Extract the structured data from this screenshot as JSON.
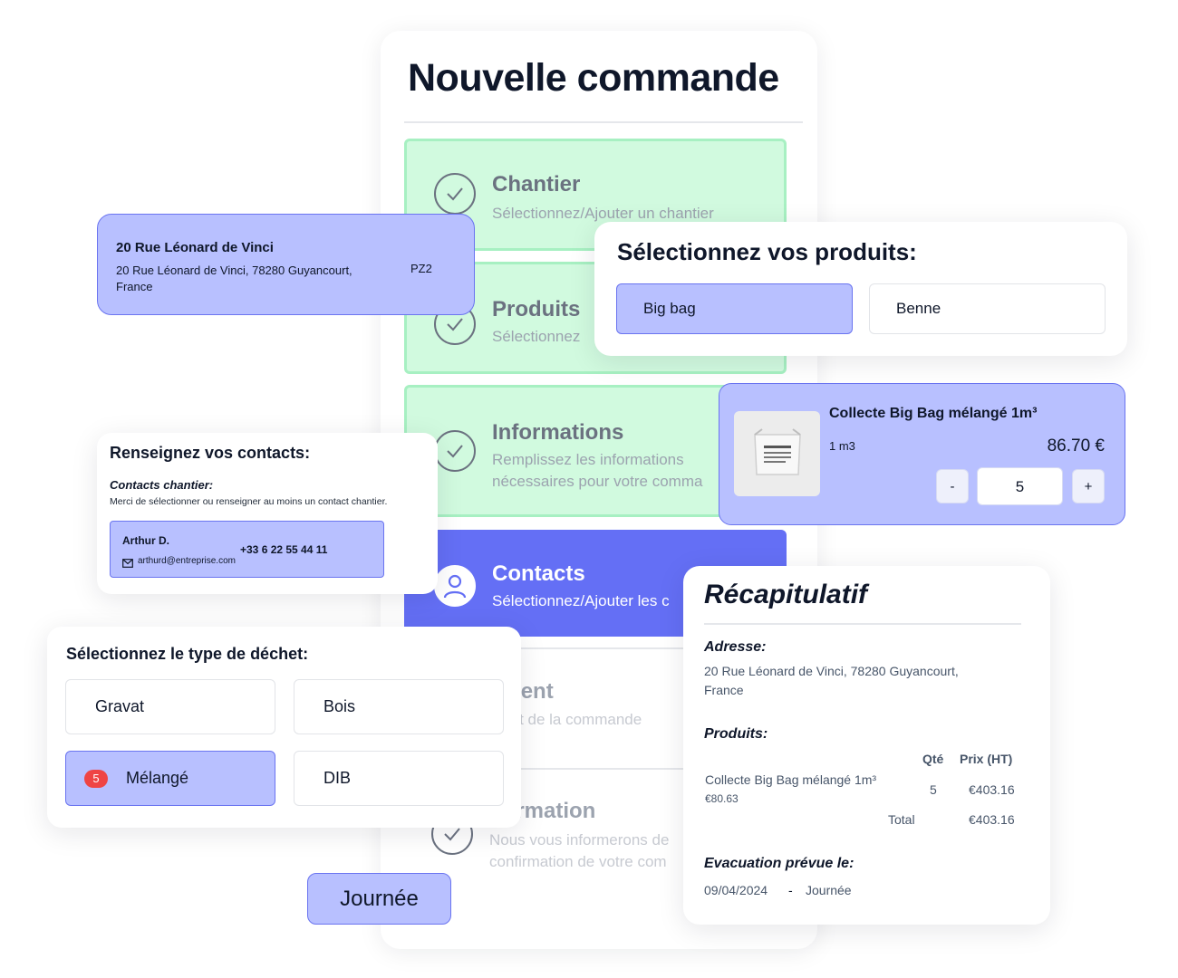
{
  "wizard": {
    "title": "Nouvelle commande",
    "steps": [
      {
        "title": "Chantier",
        "subtitle": "Sélectionnez/Ajouter un chantier",
        "subtitle2": ""
      },
      {
        "title": "Produits",
        "subtitle": "Sélectionnez",
        "subtitle2": ""
      },
      {
        "title": "Informations",
        "subtitle": "Remplissez les informations",
        "subtitle2": "nécessaires pour votre comma"
      },
      {
        "title": "Contacts",
        "subtitle": "Sélectionnez/Ajouter les c",
        "subtitle2": ""
      },
      {
        "title": "ement",
        "subtitle": "ment de la commande",
        "subtitle2": ""
      },
      {
        "title": "nfirmation",
        "subtitle": "Nous vous informerons de",
        "subtitle2": "confirmation de votre com"
      }
    ]
  },
  "address_card": {
    "name": "20 Rue Léonard de Vinci",
    "full": "20 Rue Léonard de Vinci, 78280 Guyancourt, France",
    "tag": "PZ2"
  },
  "products": {
    "heading": "Sélectionnez vos produits:",
    "options": [
      {
        "label": "Big bag",
        "selected": true
      },
      {
        "label": "Benne",
        "selected": false
      }
    ]
  },
  "product_item": {
    "name": "Collecte Big Bag mélangé 1m³",
    "unit": "1 m3",
    "price": "86.70 €",
    "minus": "-",
    "plus": "+",
    "quantity": "5"
  },
  "contacts": {
    "heading": "Renseignez vos contacts:",
    "subheading": "Contacts chantier:",
    "note": "Merci de sélectionner ou renseigner au moins un contact chantier.",
    "contact": {
      "name": "Arthur D.",
      "phone": "+33 6 22 55 44 11",
      "email": "arthurd@entreprise.com"
    }
  },
  "waste": {
    "heading": "Sélectionnez le type de déchet:",
    "options": [
      {
        "label": "Gravat",
        "selected": false,
        "badge": ""
      },
      {
        "label": "Bois",
        "selected": false,
        "badge": ""
      },
      {
        "label": "Mélangé",
        "selected": true,
        "badge": "5"
      },
      {
        "label": "DIB",
        "selected": false,
        "badge": ""
      }
    ]
  },
  "journee_chip": "Journée",
  "recap": {
    "title": "Récapitulatif",
    "address_label": "Adresse:",
    "address_line1": "20 Rue Léonard de Vinci, 78280 Guyancourt,",
    "address_line2": "France",
    "products_label": "Produits:",
    "col_qty": "Qté",
    "col_price": "Prix (HT)",
    "row": {
      "name": "Collecte Big Bag mélangé 1m³",
      "unit_price": "€80.63",
      "qty": "5",
      "price": "€403.16"
    },
    "total_label": "Total",
    "total_value": "€403.16",
    "evac_label": "Evacuation prévue le:",
    "evac_date": "09/04/2024",
    "evac_sep": "-",
    "evac_slot": "Journée"
  },
  "colors": {
    "lavender": "#b8c0ff",
    "accent": "#646ff5",
    "success_bg": "#d1fadf",
    "badge_red": "#ef4444"
  }
}
